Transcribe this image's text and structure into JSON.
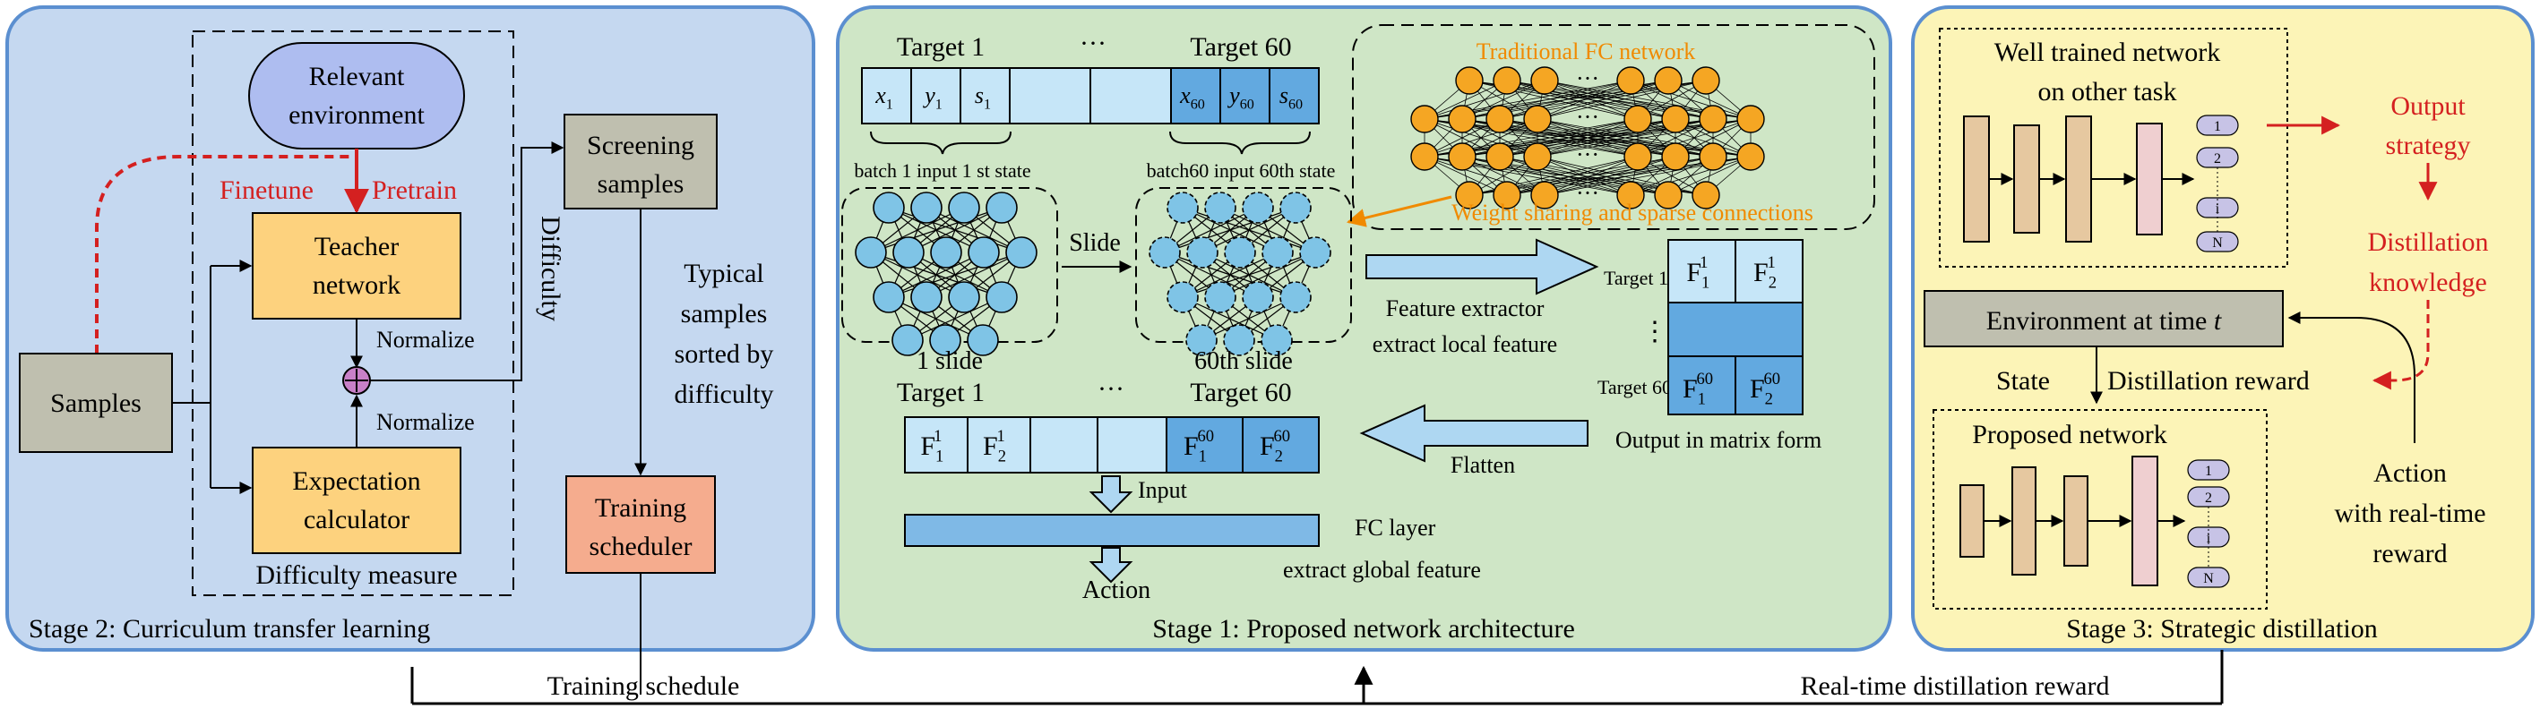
{
  "colors": {
    "stage2_bg": "#c5d8f0",
    "stage1_bg": "#cfe6c6",
    "stage3_bg": "#fcf4b7",
    "panel_border": "#5b8fd0",
    "module_orange": "#fdd27e",
    "env_purple": "#aebdf0",
    "samples_gray": "#bfbfaf",
    "scheduler_salmon": "#f5ac8e",
    "neuron_blue": "#7fc4e6",
    "neuron_orange": "#f5a623",
    "red": "#d42020",
    "orange_text": "#f08a00",
    "cell_light": "#c6e6f8",
    "cell_dark": "#62a9e0",
    "arrow_fill": "#aed7f2",
    "tower_fill": "#e6c8a0",
    "tower_last": "#efcfd0",
    "output_node": "#c7c3e6"
  },
  "stage2": {
    "caption": "Stage 2: Curriculum transfer learning",
    "relevant_environment": [
      "Relevant",
      "environment"
    ],
    "finetune": "Finetune",
    "pretrain": "Pretrain",
    "teacher_network": [
      "Teacher",
      "network"
    ],
    "expectation_calculator": [
      "Expectation",
      "calculator"
    ],
    "normalize_top": "Normalize",
    "normalize_bottom": "Normalize",
    "difficulty_vertical": "Difficulty",
    "difficulty_measure": "Difficulty measure",
    "samples": "Samples",
    "screening_samples": [
      "Screening",
      "samples"
    ],
    "typical_samples": [
      "Typical",
      "samples",
      "sorted by",
      "difficulty"
    ],
    "training_scheduler": [
      "Training",
      "scheduler"
    ]
  },
  "stage1": {
    "caption": "Stage 1: Proposed network architecture",
    "target_1": "Target 1",
    "ellipsis": "···",
    "target_60": "Target 60",
    "input_cells": [
      "x",
      "y",
      "s",
      "x",
      "y",
      "s"
    ],
    "input_subs": [
      "1",
      "1",
      "1",
      "60",
      "60",
      "60"
    ],
    "batch1_label": "batch 1 input 1 st state",
    "batch60_label": "batch60 input 60th state",
    "traditional_fc": "Traditional FC network",
    "weight_sharing": "Weight sharing and sparse connections",
    "slide": "Slide",
    "slide_1": "1 slide",
    "slide_60": "60th slide",
    "feature_extractor": [
      "Feature extractor",
      "extract local feature"
    ],
    "matrix_target_1": "Target 1",
    "matrix_vdots": "⋮",
    "matrix_target_60": "Target 60",
    "matrix_cells": [
      "F",
      "F",
      "F",
      "F"
    ],
    "matrix_sups": [
      "1",
      "1",
      "60",
      "60"
    ],
    "matrix_subs": [
      "1",
      "2",
      "1",
      "2"
    ],
    "output_matrix": "Output in matrix form",
    "flatten": "Flatten",
    "target_1b": "Target 1",
    "ellipsis_b": "···",
    "target_60b": "Target 60",
    "flat_cells": [
      "F",
      "F",
      "F",
      "F"
    ],
    "flat_sups": [
      "1",
      "1",
      "60",
      "60"
    ],
    "flat_subs": [
      "1",
      "2",
      "1",
      "2"
    ],
    "input": "Input",
    "fc_layer": "FC layer",
    "action": "Action",
    "extract_global": "extract global feature"
  },
  "stage3": {
    "caption": "Stage 3: Strategic distillation",
    "well_trained": [
      "Well trained network",
      "on other task"
    ],
    "output_nodes": [
      "1",
      "2",
      "i",
      "N"
    ],
    "output_strategy": [
      "Output",
      "strategy"
    ],
    "distillation_knowledge": [
      "Distillation",
      "knowledge"
    ],
    "environment_prefix": "Environment at time ",
    "environment_t": "t",
    "state": "State",
    "distillation_reward": "Distillation reward",
    "proposed_network": "Proposed network",
    "action_reward": [
      "Action",
      "with real-time",
      "reward"
    ]
  },
  "bottom": {
    "training_schedule": "Training schedule",
    "realtime_reward": "Real-time distillation reward"
  }
}
